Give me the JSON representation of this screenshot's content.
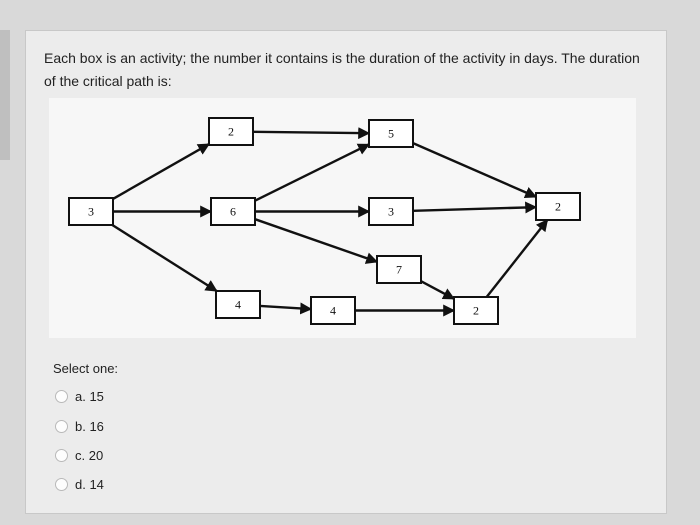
{
  "question": {
    "text": "Each box is an activity; the number it contains is the duration of the activity in days. The duration of the critical path is:"
  },
  "diagram": {
    "nodes": [
      {
        "id": "n3",
        "label": "3"
      },
      {
        "id": "n2a",
        "label": "2"
      },
      {
        "id": "n6",
        "label": "6"
      },
      {
        "id": "n4a",
        "label": "4"
      },
      {
        "id": "n4b",
        "label": "4"
      },
      {
        "id": "n5",
        "label": "5"
      },
      {
        "id": "n3b",
        "label": "3"
      },
      {
        "id": "n7",
        "label": "7"
      },
      {
        "id": "n2c",
        "label": "2"
      },
      {
        "id": "n2b",
        "label": "2"
      }
    ],
    "edges": [
      [
        "n3",
        "n2a"
      ],
      [
        "n3",
        "n6"
      ],
      [
        "n3",
        "n4a"
      ],
      [
        "n2a",
        "n5"
      ],
      [
        "n6",
        "n5"
      ],
      [
        "n6",
        "n3b"
      ],
      [
        "n6",
        "n7"
      ],
      [
        "n4a",
        "n4b"
      ],
      [
        "n4b",
        "n2c"
      ],
      [
        "n7",
        "n2c"
      ],
      [
        "n5",
        "n2b"
      ],
      [
        "n3b",
        "n2b"
      ],
      [
        "n2c",
        "n2b"
      ]
    ]
  },
  "answers": {
    "prompt": "Select one:",
    "options": [
      {
        "key": "a",
        "label": "a. 15"
      },
      {
        "key": "b",
        "label": "b. 16"
      },
      {
        "key": "c",
        "label": "c. 20"
      },
      {
        "key": "d",
        "label": "d. 14"
      }
    ]
  }
}
